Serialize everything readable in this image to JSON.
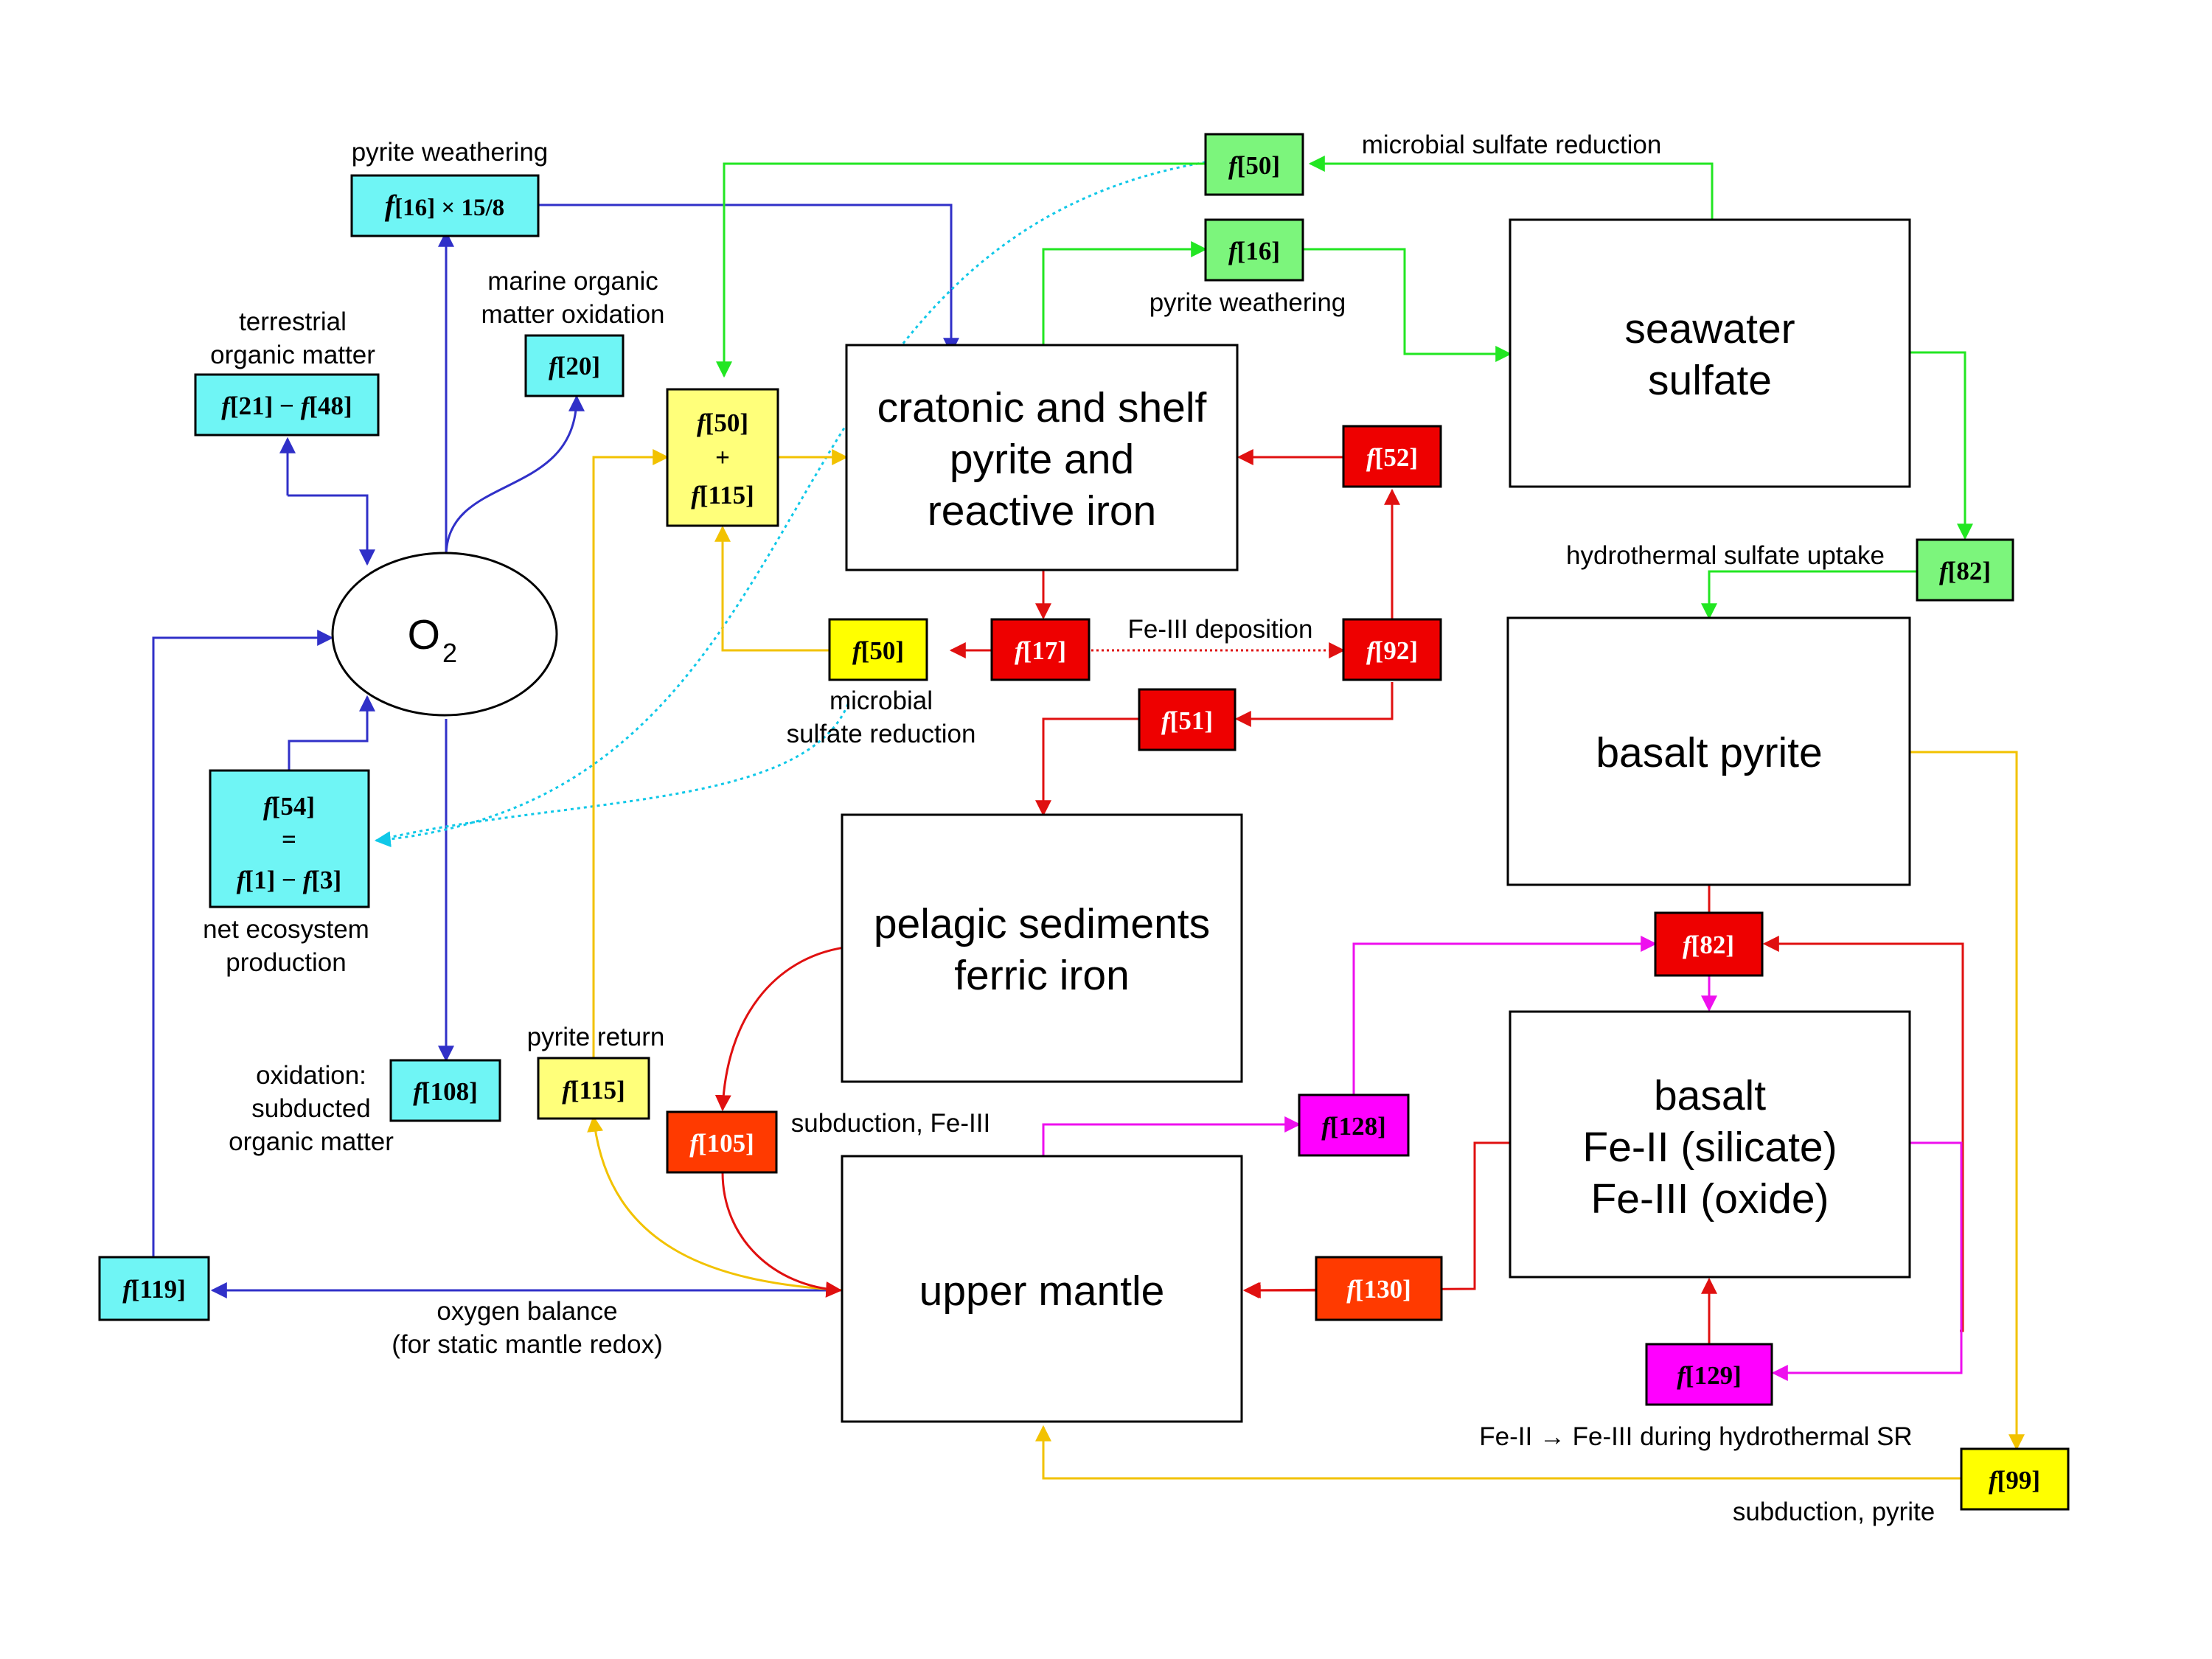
{
  "colors": {
    "blue": "#3030c8",
    "green": "#22e622",
    "yellow": "#f2c200",
    "red": "#e01010",
    "dark_red": "#c81808",
    "magenta": "#ee10ee",
    "cyan_dotted": "#10c8e8",
    "box_cyan": "#6ff5f5",
    "box_yellow": "#ffff7a",
    "box_green": "#7cf57c",
    "box_red": "#ee0000",
    "box_orange_red": "#ff3a00",
    "box_magenta": "#ff00ff",
    "box_bright_yellow": "#ffff00"
  },
  "reservoirs": {
    "o2_a": "O",
    "o2_b": "2",
    "cratonic_1": "cratonic and shelf",
    "cratonic_2": "pyrite and",
    "cratonic_3": "reactive iron",
    "seawater_1": "seawater",
    "seawater_2": "sulfate",
    "basalt_pyrite": "basalt pyrite",
    "pelagic_1": "pelagic sediments",
    "pelagic_2": "ferric iron",
    "basalt_1": "basalt",
    "basalt_2": "Fe-II (silicate)",
    "basalt_3": "Fe-III (oxide)",
    "upper_mantle": "upper mantle"
  },
  "labels": {
    "pyrite_weathering_left": "pyrite weathering",
    "marine_om_1": "marine organic",
    "marine_om_2": "matter oxidation",
    "terrestrial_1": "terrestrial",
    "terrestrial_2": "organic matter",
    "net_eco_1": "net ecosystem",
    "net_eco_2": "production",
    "oxid_subd_1": "oxidation:",
    "oxid_subd_2": "subducted",
    "oxid_subd_3": "organic matter",
    "pyrite_return": "pyrite return",
    "oxygen_balance_1": "oxygen balance",
    "oxygen_balance_2": "(for static mantle redox)",
    "microbial_sr_top": "microbial sulfate reduction",
    "pyrite_weathering_mid": "pyrite weathering",
    "microbial_sr_1": "microbial",
    "microbial_sr_2": "sulfate reduction",
    "fe3_deposition": "Fe-III deposition",
    "subduction_fe3": "subduction, Fe-III",
    "hydro_sulfate": "hydrothermal sulfate uptake",
    "fe2_fe3": "Fe-II → Fe-III during hydrothermal SR",
    "subduction_pyrite": "subduction, pyrite"
  },
  "fluxes": {
    "f16_x": "[16] × 15/8",
    "f20": "[20]",
    "f21_a": "[21] − ",
    "f21_b": "[48]",
    "f54_a": "[54]",
    "f54_eq": "=",
    "f54_b": "[1] − ",
    "f54_c": "[3]",
    "f108": "[108]",
    "f119": "[119]",
    "f115": "[115]",
    "f50_115_a": "[50]",
    "f50_115_plus": "+",
    "f50_115_b": "[115]",
    "f50_top": "[50]",
    "f16_green": "[16]",
    "f50_yellow": "[50]",
    "f17": "[17]",
    "f52": "[52]",
    "f92": "[92]",
    "f51": "[51]",
    "f82_green": "[82]",
    "f82_red": "[82]",
    "f105": "[105]",
    "f128": "[128]",
    "f130": "[130]",
    "f129": "[129]",
    "f99": "[99]",
    "f_letter": "f"
  }
}
